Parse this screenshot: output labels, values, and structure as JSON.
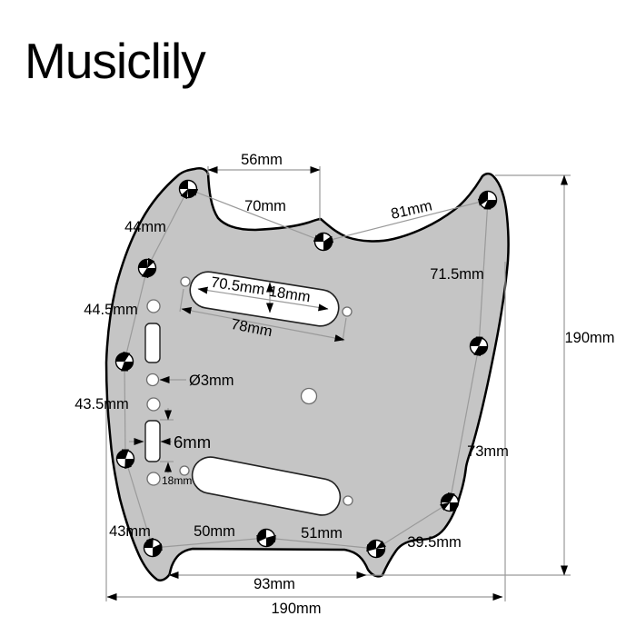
{
  "logo": "Musiclily",
  "colors": {
    "background": "#ffffff",
    "pickguard_fill": "#c5c5c5",
    "outline": "#000000",
    "dim_line": "#9a9a9a",
    "hole_fill": "#ffffff",
    "text": "#000000"
  },
  "units": "mm",
  "labels": {
    "l56": "56mm",
    "l70": "70mm",
    "l81": "81mm",
    "l44": "44mm",
    "l445": "44.5mm",
    "l715": "71.5mm",
    "l705": "70.5mm",
    "l18p": "18mm",
    "l78": "78mm",
    "ldia3": "Ø3mm",
    "l435": "43.5mm",
    "l6": "6mm",
    "l18s": "18mm",
    "l73": "73mm",
    "l43": "43mm",
    "l50": "50mm",
    "l51": "51mm",
    "l395": "39.5mm",
    "l93": "93mm",
    "l190b": "190mm",
    "l190r": "190mm"
  }
}
